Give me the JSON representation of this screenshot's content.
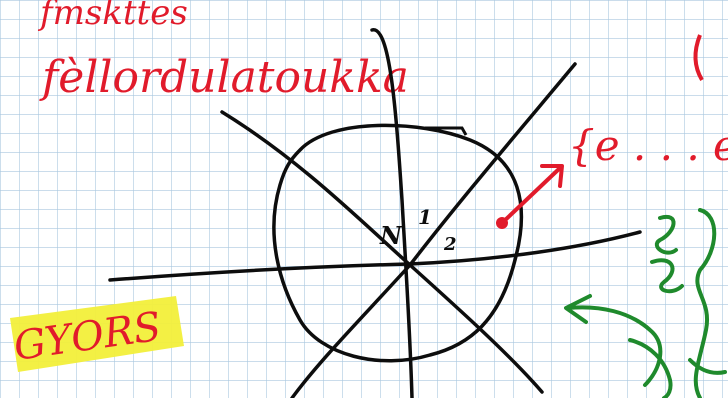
{
  "annotations": {
    "top_line_1": "fmskttes",
    "top_line_2": "fèllordulatoukka",
    "right_red": "{e . . . e",
    "center_N": "N",
    "center_1": "1",
    "center_2": "2",
    "highlight_label": "GYORS"
  },
  "colors": {
    "paper": "#ffffff",
    "grid": "#a9c7df",
    "ink_black": "#0d0d0d",
    "ink_red": "#e11b2b",
    "ink_green": "#1f8a2c",
    "highlighter": "#f2ef3a"
  }
}
